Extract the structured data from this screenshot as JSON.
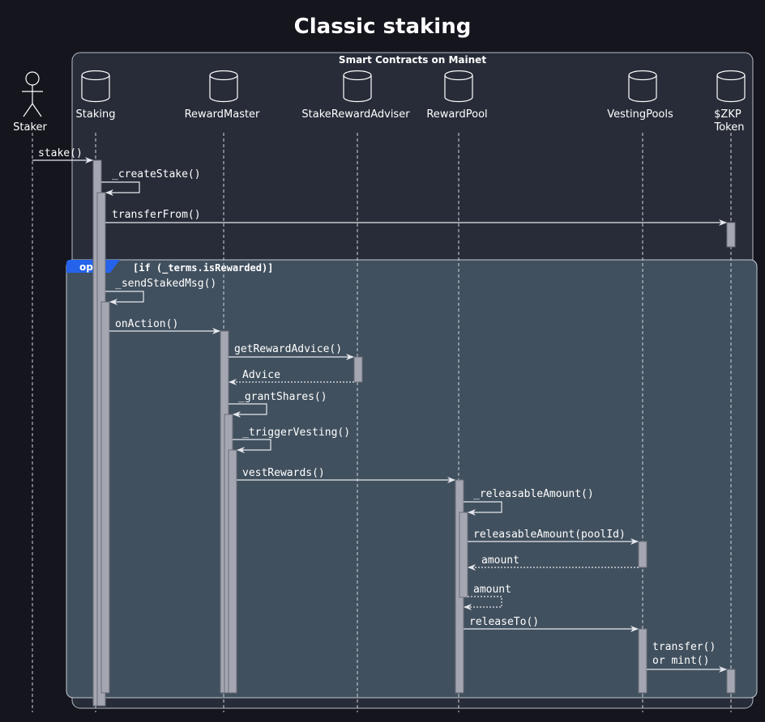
{
  "title": "Classic staking",
  "box_label": "Smart Contracts on Mainet",
  "participants": [
    {
      "id": "staker",
      "label": "Staker",
      "kind": "actor"
    },
    {
      "id": "staking",
      "label": "Staking",
      "kind": "database"
    },
    {
      "id": "reward-master",
      "label": "RewardMaster",
      "kind": "database"
    },
    {
      "id": "stake-reward-adviser",
      "label": "StakeRewardAdviser",
      "kind": "database"
    },
    {
      "id": "reward-pool",
      "label": "RewardPool",
      "kind": "database"
    },
    {
      "id": "vesting-pools",
      "label": "VestingPools",
      "kind": "database"
    },
    {
      "id": "zkp-token",
      "label": "$ZKP\nToken",
      "kind": "database"
    }
  ],
  "opt_fragment": {
    "tag": "opt",
    "condition": "[if (_terms.isRewarded)]"
  },
  "messages": [
    {
      "id": "stake",
      "label": "stake()",
      "from": "staker",
      "to": "staking",
      "type": "sync"
    },
    {
      "id": "create-stake",
      "label": "_createStake()",
      "from": "staking",
      "to": "staking",
      "type": "self"
    },
    {
      "id": "transfer-from",
      "label": "transferFrom()",
      "from": "staking",
      "to": "zkp-token",
      "type": "sync"
    },
    {
      "id": "send-staked-msg",
      "label": "_sendStakedMsg()",
      "from": "staking",
      "to": "staking",
      "type": "self"
    },
    {
      "id": "on-action",
      "label": "onAction()",
      "from": "staking",
      "to": "reward-master",
      "type": "sync"
    },
    {
      "id": "get-reward-advice",
      "label": "getRewardAdvice()",
      "from": "reward-master",
      "to": "stake-reward-adviser",
      "type": "sync"
    },
    {
      "id": "advice",
      "label": "Advice",
      "from": "stake-reward-adviser",
      "to": "reward-master",
      "type": "return"
    },
    {
      "id": "grant-shares",
      "label": "_grantShares()",
      "from": "reward-master",
      "to": "reward-master",
      "type": "self"
    },
    {
      "id": "trigger-vesting",
      "label": "_triggerVesting()",
      "from": "reward-master",
      "to": "reward-master",
      "type": "self"
    },
    {
      "id": "vest-rewards",
      "label": "vestRewards()",
      "from": "reward-master",
      "to": "reward-pool",
      "type": "sync"
    },
    {
      "id": "releasable-amount-self",
      "label": "_releasableAmount()",
      "from": "reward-pool",
      "to": "reward-pool",
      "type": "self"
    },
    {
      "id": "releasable-amount-pool",
      "label": "releasableAmount(poolId)",
      "from": "reward-pool",
      "to": "vesting-pools",
      "type": "sync"
    },
    {
      "id": "amount-return",
      "label": "amount",
      "from": "vesting-pools",
      "to": "reward-pool",
      "type": "return"
    },
    {
      "id": "amount-self-return",
      "label": "amount",
      "from": "reward-pool",
      "to": "reward-pool",
      "type": "self-return"
    },
    {
      "id": "release-to",
      "label": "releaseTo()",
      "from": "reward-pool",
      "to": "vesting-pools",
      "type": "sync"
    },
    {
      "id": "transfer-or-mint",
      "label": "transfer()\nor mint()",
      "from": "vesting-pools",
      "to": "zkp-token",
      "type": "sync"
    }
  ]
}
